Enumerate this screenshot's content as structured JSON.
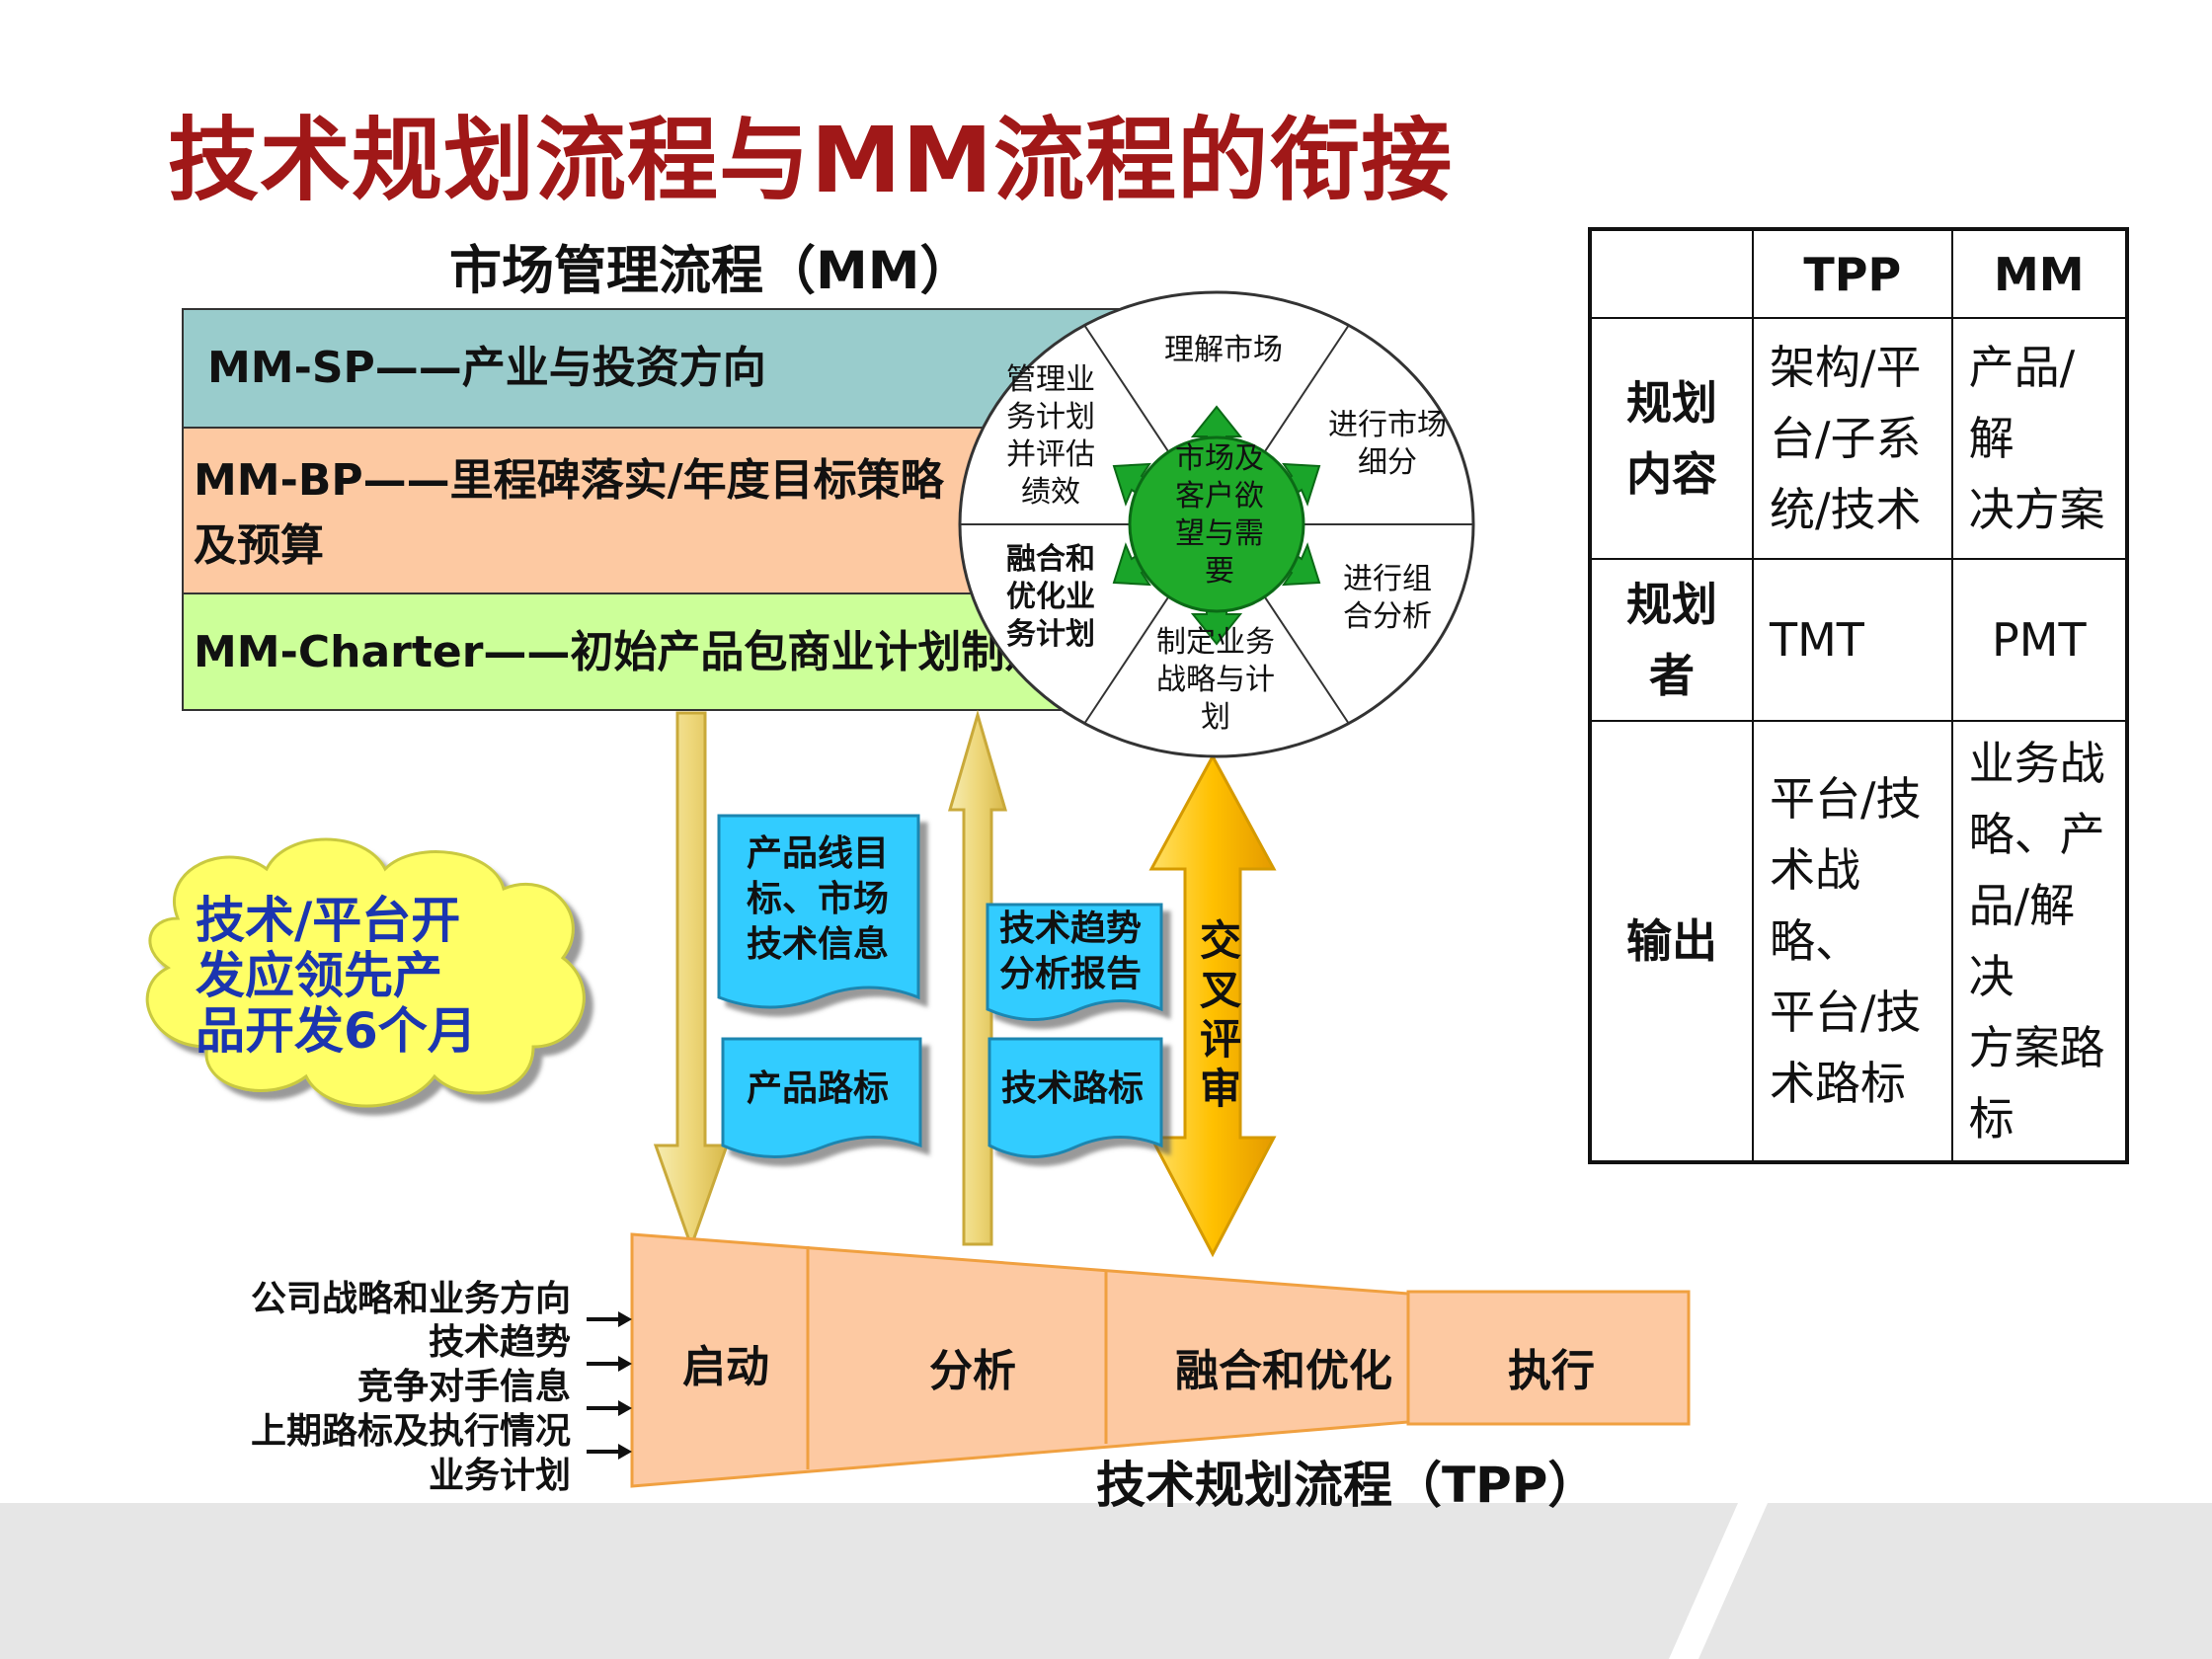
{
  "title": "技术规划流程与MM流程的衔接",
  "mm_heading": "市场管理流程（MM）",
  "mm_bands": [
    {
      "label": "MM-SP——产业与投资方向"
    },
    {
      "label_line1": "MM-BP——里程碑落实/年度目标策略",
      "label_line2": "及预算"
    },
    {
      "label": "MM-Charter——初始产品包商业计划制定"
    }
  ],
  "wheel": {
    "center": "市场及\n客户欲\n望与需\n要",
    "segments": [
      {
        "label": "理解市场"
      },
      {
        "label": "进行市场\n细分"
      },
      {
        "label": "进行组\n合分析"
      },
      {
        "label": "制定业务\n战略与计\n划"
      },
      {
        "label": "融合和\n优化业\n务计划"
      },
      {
        "label": "管理业\n务计划\n并评估\n绩效"
      }
    ],
    "colors": {
      "arrow": "#1aa52a",
      "center": "#1faa2a"
    }
  },
  "docs": {
    "product_line": "产品线目\n标、市场\n技术信息",
    "product_roadmap": "产品路标",
    "tech_trend": "技术趋势\n分析报告",
    "tech_roadmap": "技术路标"
  },
  "cross_review": "交\n叉\n评\n审",
  "cloud": "技术/平台开\n发应领先产\n品开发6个月",
  "inputs": [
    "公司战略和业务方向",
    "技术趋势",
    "竞争对手信息",
    "上期路标及执行情况",
    "业务计划"
  ],
  "tpp_stages": [
    "启动",
    "分析",
    "融合和优化",
    "执行"
  ],
  "tpp_label": "技术规划流程（TPP）",
  "table": {
    "headers": [
      "",
      "TPP",
      "MM"
    ],
    "rows": [
      {
        "head": "规划\n内容",
        "tpp": "架构/平\n台/子系\n统/技术",
        "mm": "产品/解\n决方案"
      },
      {
        "head": "规划\n者",
        "tpp": "TMT",
        "mm": "PMT"
      },
      {
        "head": "输出",
        "tpp": "平台/技\n术战略、\n平台/技\n术路标",
        "mm": "业务战\n略、产\n品/解决\n方案路\n标"
      }
    ]
  },
  "colors": {
    "title": "#a01818",
    "band_sp": "#99cccc",
    "band_bp": "#fdc9a2",
    "band_charter": "#ccff99",
    "doc_blue": "#33ccff",
    "cloud": "#ffff66",
    "cloud_text": "#1b35b0",
    "tpp_fill": "#fdc9a2",
    "tpp_border": "#f0a040",
    "arrow_gold": "#f2c200"
  }
}
